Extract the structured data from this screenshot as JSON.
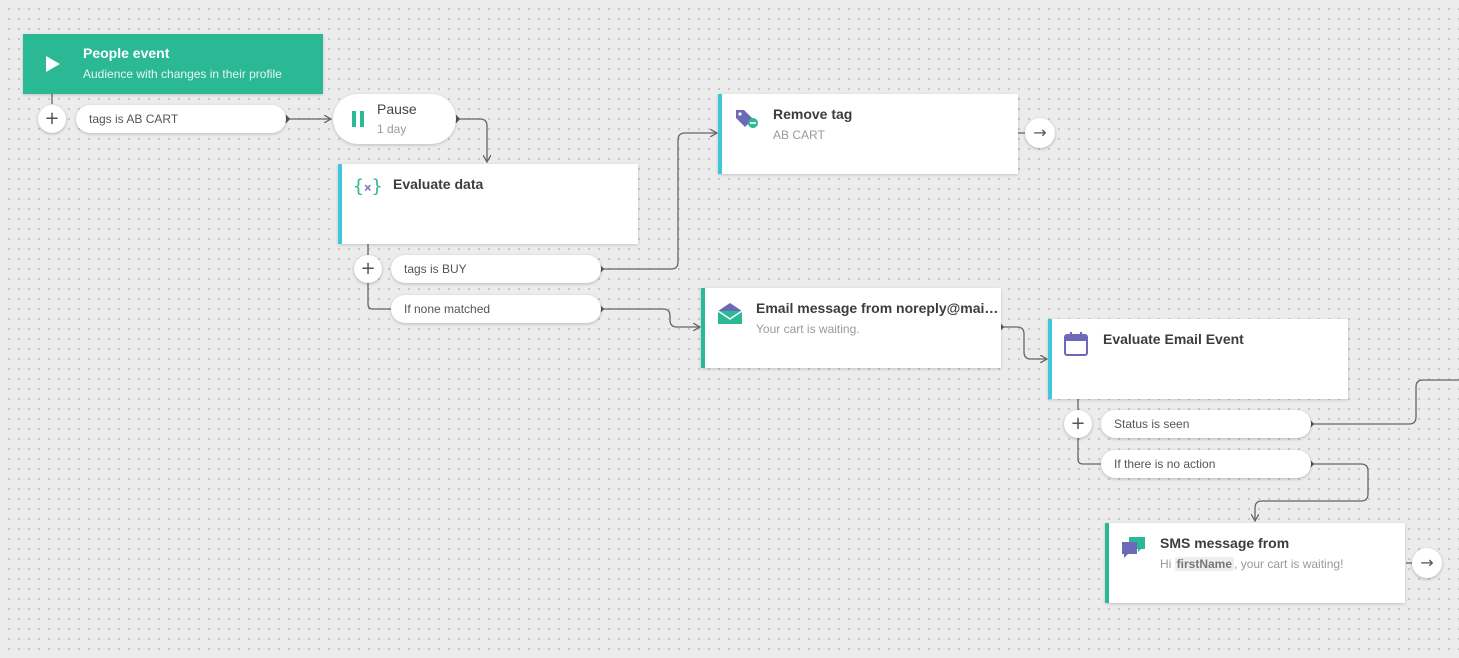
{
  "trigger": {
    "title": "People event",
    "subtitle": "Audience with changes in their profile",
    "accent": "#2bb894"
  },
  "conditions": {
    "tags_ab_cart": "tags is AB CART",
    "tags_buy": "tags is BUY",
    "none_matched": "If none matched",
    "status_seen": "Status is seen",
    "no_action": "If there is no action"
  },
  "pause": {
    "title": "Pause",
    "subtitle": "1 day"
  },
  "evaluate_data": {
    "title": "Evaluate data",
    "icon": "variable-braces-icon"
  },
  "remove_tag": {
    "title": "Remove tag",
    "subtitle": "AB CART",
    "icon": "tag-remove-icon"
  },
  "email": {
    "title": "Email message from noreply@mai…",
    "subtitle": "Your cart is waiting.",
    "icon": "envelope-icon"
  },
  "evaluate_email": {
    "title": "Evaluate Email Event",
    "icon": "calendar-icon"
  },
  "sms": {
    "title": "SMS message from",
    "text_before": "Hi ",
    "variable": "firstName",
    "text_after": ", your cart is waiting!",
    "icon": "chat-bubbles-icon"
  },
  "controls": {
    "plus": "+",
    "next_arrow": "→"
  },
  "colors": {
    "green": "#2bb894",
    "blue": "#3ec7dc",
    "wire": "#666666"
  }
}
